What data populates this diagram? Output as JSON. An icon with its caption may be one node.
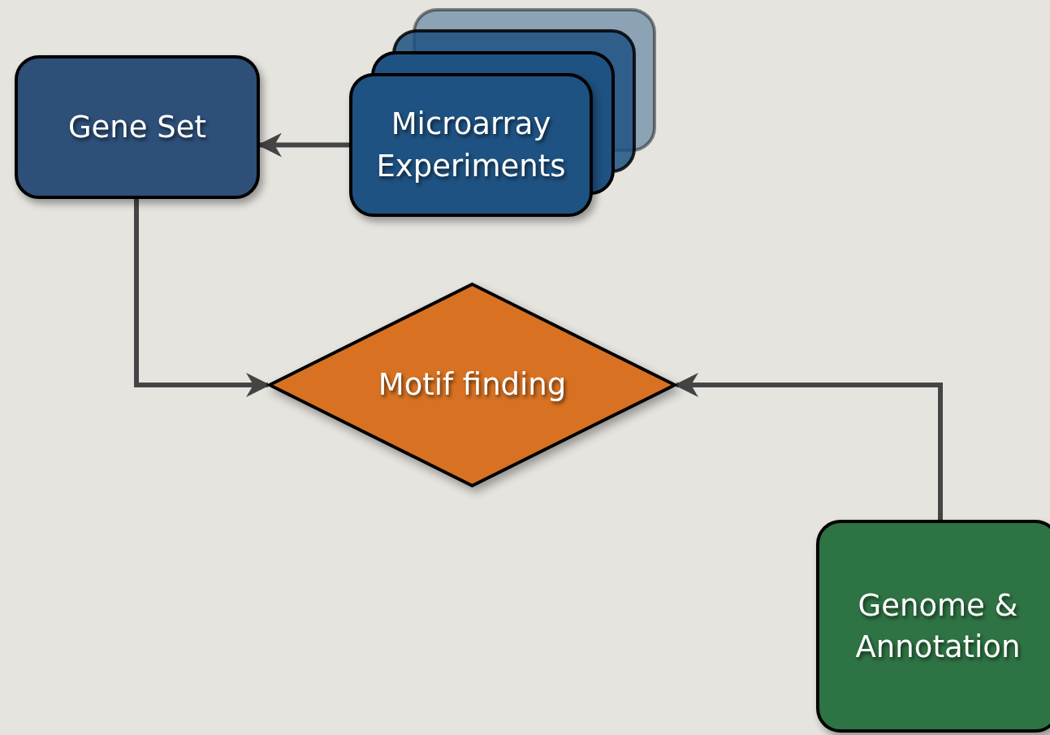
{
  "diagram": {
    "nodes": [
      {
        "text": [
          "Gene Set"
        ]
      },
      {
        "text": [
          "Microarray Experiments"
        ]
      },
      {
        "text": [
          "Motif finding"
        ]
      },
      {
        "text": [
          "Genome & Annotation"
        ]
      }
    ],
    "edges": [
      {
        "from": 1,
        "to": 0,
        "arrow": "to"
      },
      {
        "from": 0,
        "to": 2,
        "arrow": "to"
      },
      {
        "from": 3,
        "to": 2,
        "arrow": "to"
      }
    ]
  }
}
